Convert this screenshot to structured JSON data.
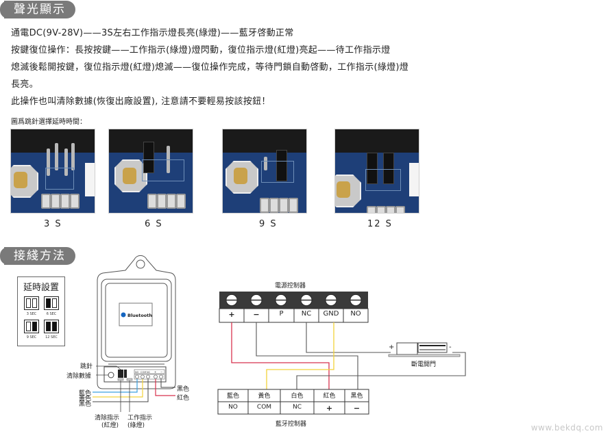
{
  "sections": {
    "sound_light": {
      "title": "聲光顯示"
    },
    "wiring": {
      "title": "接綫方法"
    }
  },
  "paragraphs": [
    "通電DC(9V-28V)——3S左右工作指示燈長亮(綠燈)——藍牙啓動正常",
    "按鍵復位操作：長按按鍵——工作指示(綠燈)燈閃動，復位指示燈(紅燈)亮起——待工作指示燈",
    "熄滅後鬆開按鍵，復位指示燈(紅燈)熄滅——復位操作完成，等待門鎖自動啓動，工作指示(綠燈)燈",
    "長亮。",
    "此操作也叫清除數據(恢復出廠設置), 注意請不要輕易按該按鈕！"
  ],
  "jumper_caption": "圖爲跳針選擇延時時間：",
  "jumper_photos": [
    {
      "label": "3 S",
      "jumpers": 0
    },
    {
      "label": "6 S",
      "jumpers": 1
    },
    {
      "label": "9 S",
      "jumpers": 1
    },
    {
      "label": "12 S",
      "jumpers": 2
    }
  ],
  "delay_panel": {
    "title": "延時設置",
    "options": [
      {
        "label": "3 SEC",
        "left_on": false,
        "right_on": false
      },
      {
        "label": "6 SEC",
        "left_on": true,
        "right_on": false
      },
      {
        "label": "9 SEC",
        "left_on": false,
        "right_on": true
      },
      {
        "label": "12 SEC",
        "left_on": true,
        "right_on": true
      }
    ]
  },
  "device": {
    "brand": "Bluetooth",
    "terminals": [
      "NO",
      "COM",
      "NC",
      "+",
      "−"
    ],
    "labels": {
      "jumper": "跳針",
      "clear_data": "清除數據",
      "blue": "藍色",
      "yellow": "黃色",
      "black_left": "黑色",
      "black_right": "黑色",
      "red_right": "紅色",
      "clear_indicator": "清除指示",
      "clear_indicator_sub": "(紅燈)",
      "work_indicator": "工作指示",
      "work_indicator_sub": "(綠燈)"
    }
  },
  "power_controller": {
    "title": "電源控制器",
    "terminals": [
      "+",
      "−",
      "P",
      "NC",
      "GND",
      "NO"
    ]
  },
  "door_lock": {
    "title": "斷電開門",
    "plus": "+",
    "minus": "-"
  },
  "bt_controller": {
    "title": "藍牙控制器",
    "colors": [
      "藍色",
      "黃色",
      "白色",
      "紅色",
      "黑色"
    ],
    "terminals": [
      "NO",
      "COM",
      "NC",
      "+",
      "−"
    ]
  },
  "wire_colors": {
    "red": "#d8324e",
    "yellow": "#f2d23a",
    "blue": "#3aa0e0",
    "gray": "#555555"
  },
  "watermark": "www.bekdq.com"
}
